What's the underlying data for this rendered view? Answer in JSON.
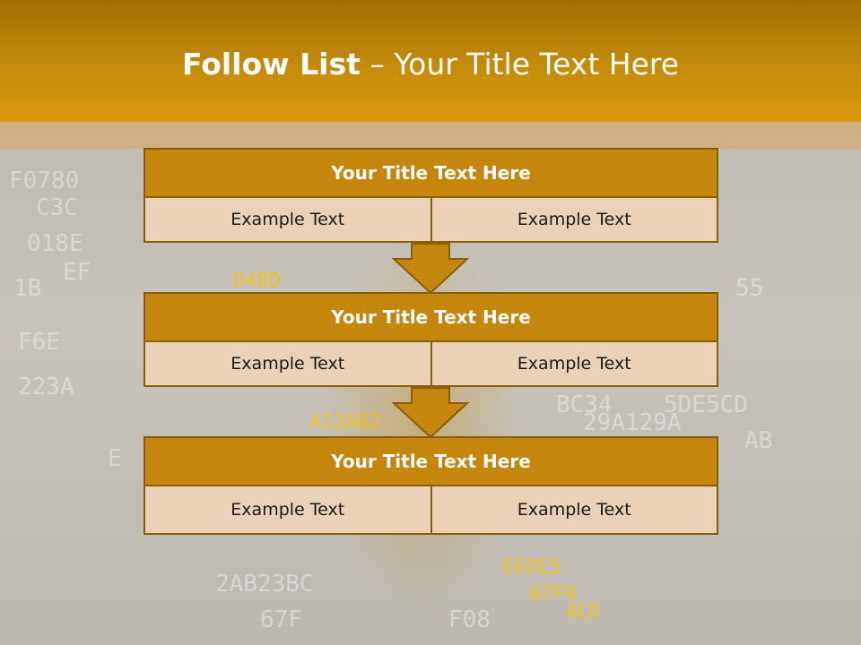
{
  "slide": {
    "title_bold": "Follow List",
    "title_rest": " – Your Title Text Here"
  },
  "steps": [
    {
      "title": "Your Title Text Here",
      "left": "Example Text",
      "right": "Example Text"
    },
    {
      "title": "Your Title Text Here",
      "left": "Example Text",
      "right": "Example Text"
    },
    {
      "title": "Your Title Text Here",
      "left": "Example Text",
      "right": "Example Text"
    }
  ],
  "background": {
    "code_texts": [
      "F0780",
      "C3C",
      "018E",
      "EF",
      "F6E",
      "223A",
      "E",
      "2AB23BC",
      "67F",
      "AB",
      "D4BD",
      "A12AB2",
      "BC34",
      "29A129A",
      "5DE5CD",
      "E6DE5",
      "67F0",
      "1B",
      "55",
      "4CD",
      "F08"
    ]
  },
  "colors": {
    "header": "#c58b0a",
    "box_fill": "#c5860e",
    "cell_fill": "#e9d2b8",
    "border": "#8a5c06"
  }
}
